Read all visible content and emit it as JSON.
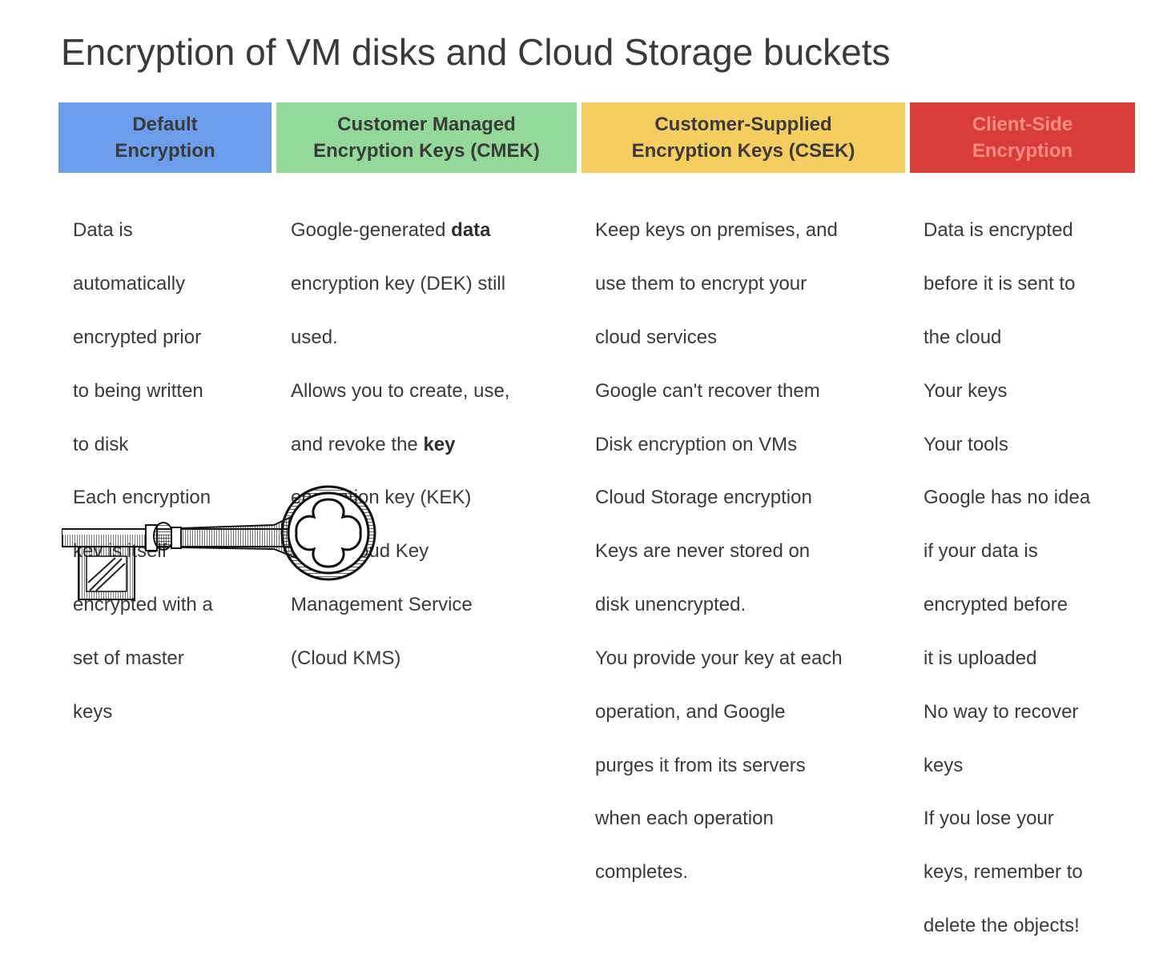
{
  "title": "Encryption of VM disks and Cloud Storage buckets",
  "colors": {
    "default_bg": "#6d9eeb",
    "cmek_bg": "#93d99a",
    "csek_bg": "#f6cd5f",
    "client_bg": "#d93d3a",
    "header_text_dark": "#3a3a3a",
    "header_text_client": "#ff8d82"
  },
  "columns": [
    {
      "header": "Default\nEncryption",
      "body_lines": [
        "Data is",
        "automatically",
        "encrypted prior",
        "to being written",
        "to disk",
        "Each encryption",
        "key is itself",
        "encrypted with a",
        "set of master",
        "keys"
      ]
    },
    {
      "header": "Customer Managed\nEncryption Keys (CMEK)",
      "body": {
        "l1a": "Google-generated ",
        "l1b": "data",
        "l2": "encryption key (DEK) still",
        "l3": "used.",
        "l4": "Allows you to create, use,",
        "l5a": "and revoke the ",
        "l5b": "key",
        "l6": "encryption key (KEK)",
        "l7": "Uses Cloud Key",
        "l8": "Management Service",
        "l9": "(Cloud KMS)"
      }
    },
    {
      "header": "Customer-Supplied\nEncryption Keys (CSEK)",
      "body_lines": [
        "Keep keys on premises, and",
        "use them to encrypt your",
        "cloud services",
        "Google can't recover them",
        "Disk encryption on VMs",
        "Cloud Storage encryption",
        "Keys are never stored on",
        "disk unencrypted.",
        "You provide your key at each",
        "operation, and Google",
        "purges it from its servers",
        "when each operation",
        "completes."
      ]
    },
    {
      "header": "Client-Side\nEncryption",
      "body_lines": [
        "Data is encrypted",
        "before it is sent to",
        "the cloud",
        "Your keys",
        "Your tools",
        "Google has no idea",
        "if your data is",
        "encrypted before",
        "it is uploaded",
        "No way to recover",
        "keys",
        "If you lose your",
        "keys, remember to",
        "delete the objects!"
      ]
    }
  ],
  "illustration": {
    "icon": "skeleton-key-icon"
  }
}
